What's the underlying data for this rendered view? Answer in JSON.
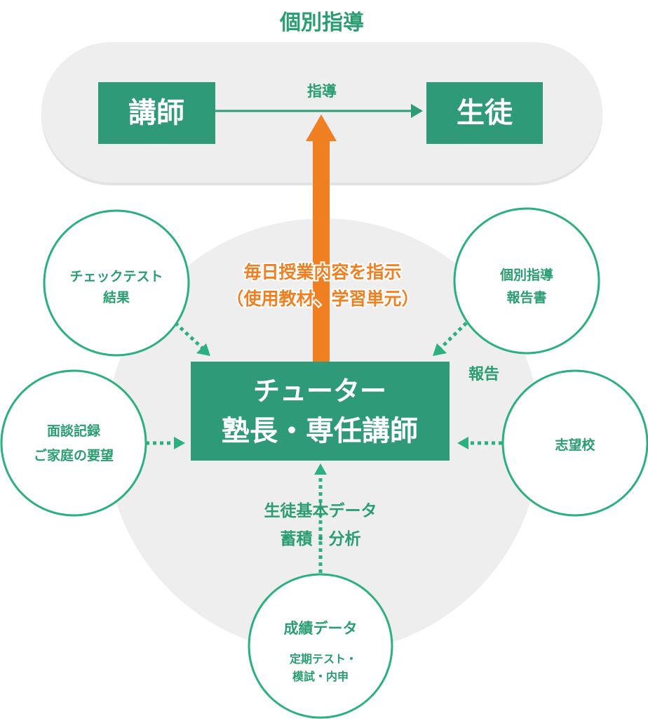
{
  "title": "個別指導",
  "top": {
    "teacher": "講師",
    "student": "生徒",
    "arrow_label": "指導"
  },
  "instruction": {
    "line1": "毎日授業内容を指示",
    "line2": "（使用教材、学習単元）"
  },
  "center": {
    "line1": "チューター",
    "line2": "塾長・専任講師"
  },
  "circles": {
    "check_test": {
      "line1": "チェックテスト",
      "line2": "結果"
    },
    "report_doc": {
      "line1": "個別指導",
      "line2": "報告書"
    },
    "interview": {
      "line1": "面談記録",
      "line2": "ご家庭の要望"
    },
    "target_school": {
      "line1": "志望校"
    },
    "grades": {
      "line1": "成績データ",
      "line2": "定期テスト・",
      "line3": "模試・内申"
    }
  },
  "report_label": "報告",
  "basic_data": {
    "line1": "生徒基本データ",
    "line2": "蓄積・分析"
  },
  "colors": {
    "green": "#2e9a78",
    "light_green": "#2bb07f",
    "orange": "#f07f22",
    "gray": "#eeeeee"
  }
}
